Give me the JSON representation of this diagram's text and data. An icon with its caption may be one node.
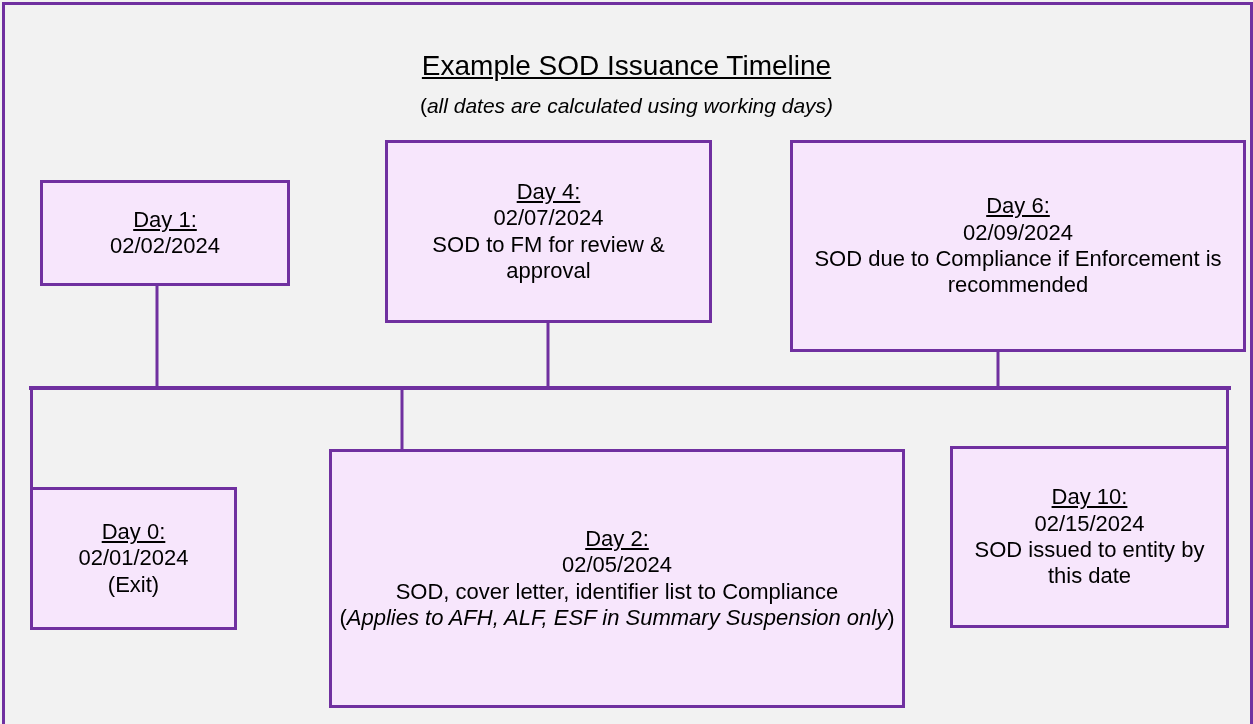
{
  "diagram": {
    "title": "Example SOD Issuance Timeline",
    "caption": "(*all dates are calculated using working days)*",
    "nodes": [
      {
        "text": [
          "Day 1:",
          "02/02/2024"
        ]
      },
      {
        "text": [
          "Day 4:",
          "02/07/2024",
          "SOD to FM for review & approval"
        ]
      },
      {
        "text": [
          "Day 6:",
          "02/09/2024",
          "SOD due to Compliance if Enforcement is recommended"
        ]
      },
      {
        "text": [],
        "shape": "bar"
      },
      {
        "text": [
          "Day 0:",
          "02/01/2024",
          "(Exit)"
        ]
      },
      {
        "text": [
          "Day 2:",
          "02/05/2024",
          "SOD, cover letter, identifier list to Compliance",
          "(*Applies to AFH, ALF, ESF in Summary Suspension only*)"
        ]
      },
      {
        "text": [
          "Day 10:",
          "02/15/2024",
          "SOD issued to entity by this date"
        ]
      }
    ],
    "edges": [
      {
        "from": 0,
        "to": 3,
        "arrow": "none"
      },
      {
        "from": 1,
        "to": 3,
        "arrow": "none"
      },
      {
        "from": 2,
        "to": 3,
        "arrow": "none"
      },
      {
        "from": 4,
        "to": 3,
        "arrow": "none"
      },
      {
        "from": 5,
        "to": 3,
        "arrow": "none"
      },
      {
        "from": 6,
        "to": 3,
        "arrow": "none"
      }
    ]
  }
}
